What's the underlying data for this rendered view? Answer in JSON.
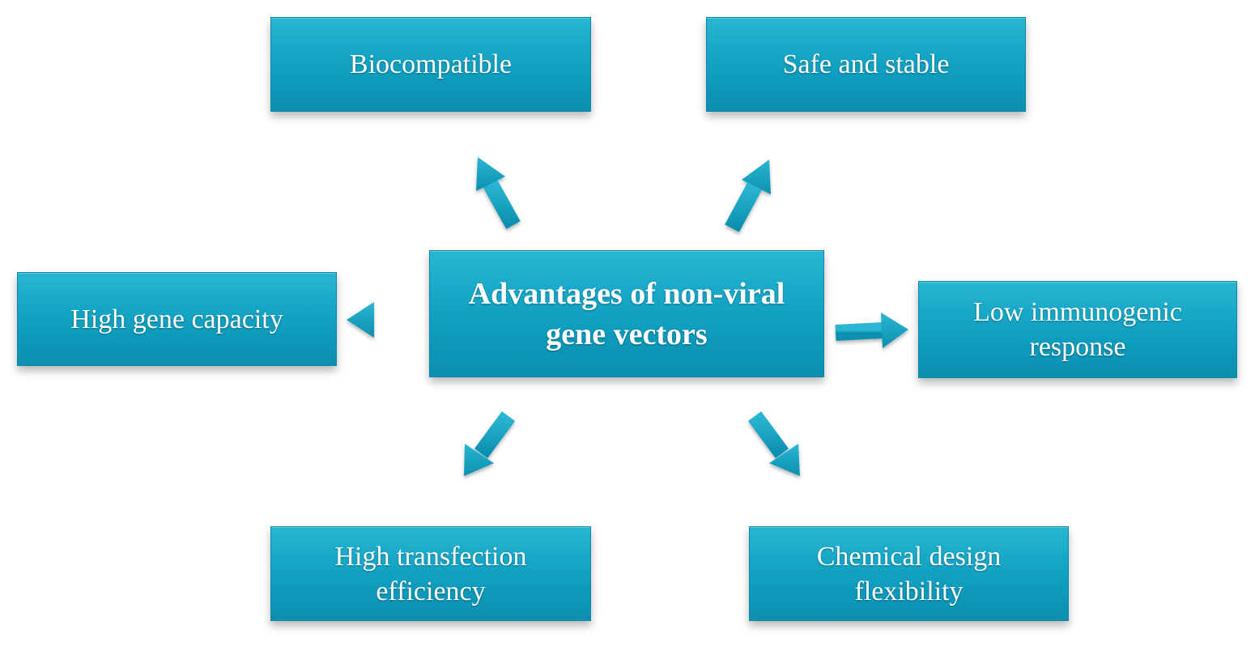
{
  "diagram": {
    "center": {
      "line1": "Advantages of non-viral",
      "line2": "gene vectors"
    },
    "nodes": {
      "biocompatible": {
        "line1": "Biocompatible"
      },
      "safe_stable": {
        "line1": "Safe and stable"
      },
      "high_gene_capacity": {
        "line1": "High gene capacity"
      },
      "low_immunogenic": {
        "line1": "Low immunogenic",
        "line2": "response"
      },
      "high_transfection": {
        "line1": "High transfection",
        "line2": "efficiency"
      },
      "chemical_design": {
        "line1": "Chemical design",
        "line2": "flexibility"
      }
    },
    "colors": {
      "box_fill": "#17a7c7",
      "box_fill_dark": "#0c8fb0",
      "arrow_fill": "#159fc1",
      "text": "#ffffff"
    }
  }
}
